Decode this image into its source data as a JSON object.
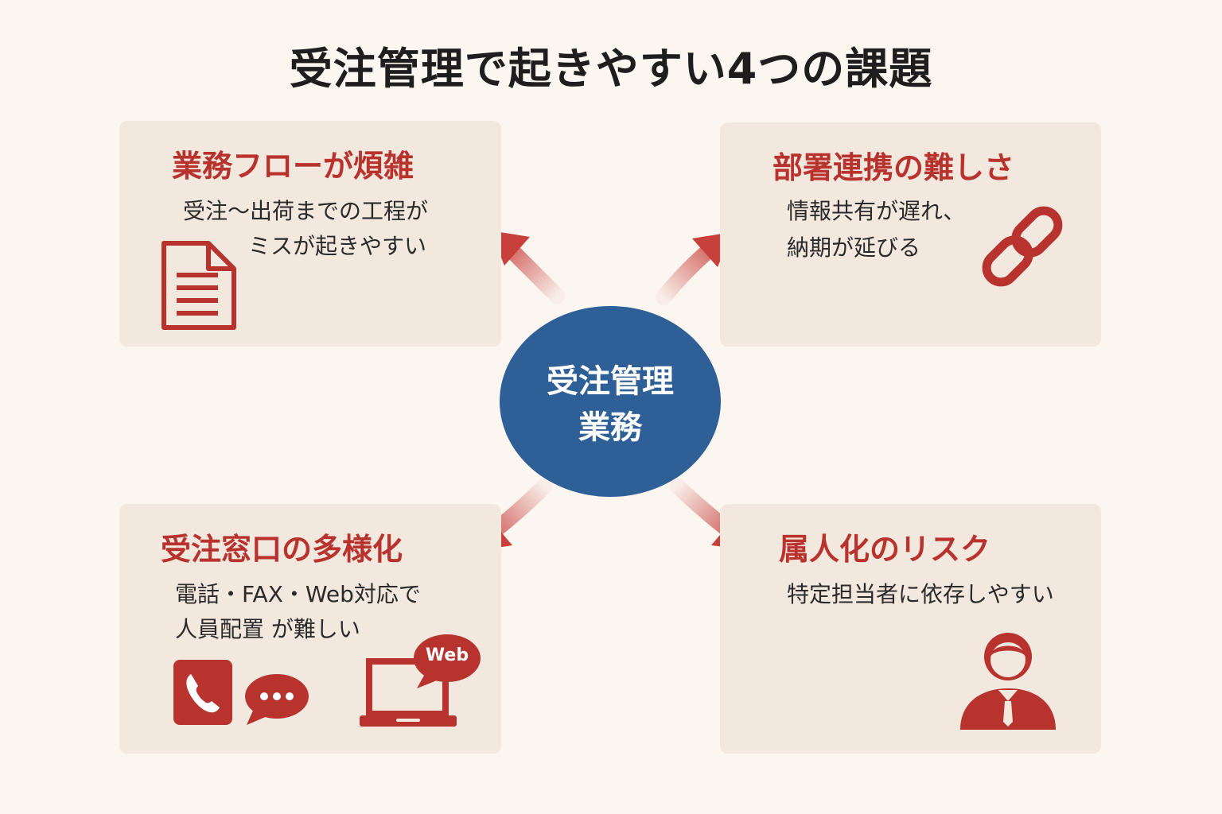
{
  "title": "受注管理で起きやすい4つの課題",
  "center": {
    "line1": "受注管理",
    "line2": "業務"
  },
  "cards": {
    "top_left": {
      "title": "業務フローが煩雑",
      "line1": "受注〜出荷までの工程が",
      "line2": "ミスが起きやすい",
      "icon": "document-icon"
    },
    "top_right": {
      "title": "部署連携の難しさ",
      "line1": "情報共有が遅れ、",
      "line2": "納期が延びる",
      "icon": "chain-link-icon"
    },
    "bottom_left": {
      "title": "受注窓口の多様化",
      "line1": "電話・FAX・Web対応で",
      "line2": "人員配置 が難しい",
      "web_badge": "Web",
      "icons": [
        "phone-icon",
        "chat-bubble-icon",
        "laptop-icon"
      ]
    },
    "bottom_right": {
      "title": "属人化のリスク",
      "line1": "特定担当者に依存しやすい",
      "icon": "person-icon"
    }
  },
  "colors": {
    "background": "#fbf6f0",
    "card": "#f2e8de",
    "accent_red": "#b8322e",
    "center_blue": "#2f5f97"
  }
}
